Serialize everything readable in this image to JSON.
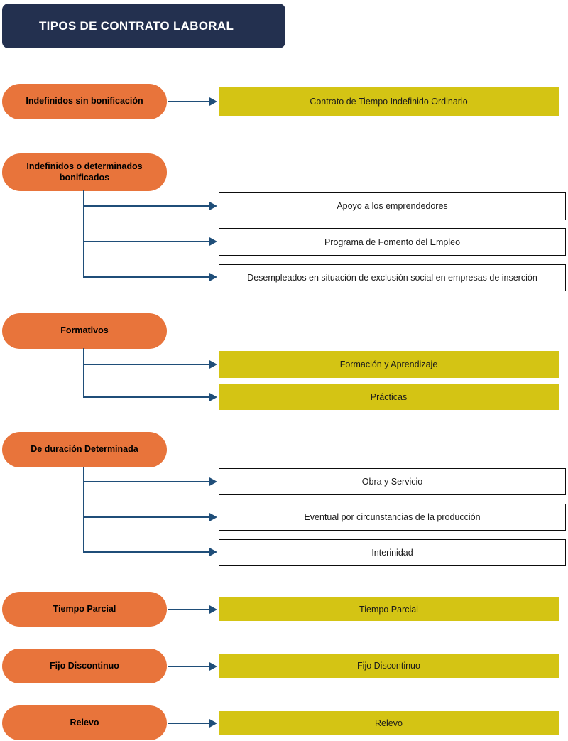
{
  "header": {
    "title": "TIPOS DE CONTRATO LABORAL",
    "background_color": "#23304f",
    "text_color": "#ffffff"
  },
  "palette": {
    "pill": "#e8743b",
    "bar": "#d4c414",
    "box_border": "#0d0d0d",
    "connector": "#1f4e79",
    "page_background": "#ffffff"
  },
  "groups": [
    {
      "id": "indefinidos-sin-bonificacion",
      "category": "Indefinidos sin bonificación",
      "connector": "single",
      "items": [
        {
          "label": "Contrato de Tiempo Indefinido Ordinario",
          "style": "yellow"
        }
      ]
    },
    {
      "id": "indefinidos-o-determinados-bonificados",
      "category": "Indefinidos o determinados bonificados",
      "connector": "branch",
      "items": [
        {
          "label": "Apoyo a los emprendedores",
          "style": "white"
        },
        {
          "label": "Programa de Fomento del Empleo",
          "style": "white"
        },
        {
          "label": "Desempleados en situación de exclusión social en empresas de inserción",
          "style": "white"
        }
      ]
    },
    {
      "id": "formativos",
      "category": "Formativos",
      "connector": "branch",
      "items": [
        {
          "label": "Formación y Aprendizaje",
          "style": "yellow"
        },
        {
          "label": "Prácticas",
          "style": "yellow"
        }
      ]
    },
    {
      "id": "de-duracion-determinada",
      "category": "De duración Determinada",
      "connector": "branch",
      "items": [
        {
          "label": "Obra y Servicio",
          "style": "white"
        },
        {
          "label": "Eventual por circunstancias de la producción",
          "style": "white"
        },
        {
          "label": "Interinidad",
          "style": "white"
        }
      ]
    },
    {
      "id": "tiempo-parcial",
      "category": "Tiempo Parcial",
      "connector": "single",
      "items": [
        {
          "label": "Tiempo Parcial",
          "style": "yellow"
        }
      ]
    },
    {
      "id": "fijo-discontinuo",
      "category": "Fijo Discontinuo",
      "connector": "single",
      "items": [
        {
          "label": "Fijo Discontinuo",
          "style": "yellow"
        }
      ]
    },
    {
      "id": "relevo",
      "category": "Relevo",
      "connector": "single",
      "items": [
        {
          "label": "Relevo",
          "style": "yellow"
        }
      ]
    }
  ]
}
